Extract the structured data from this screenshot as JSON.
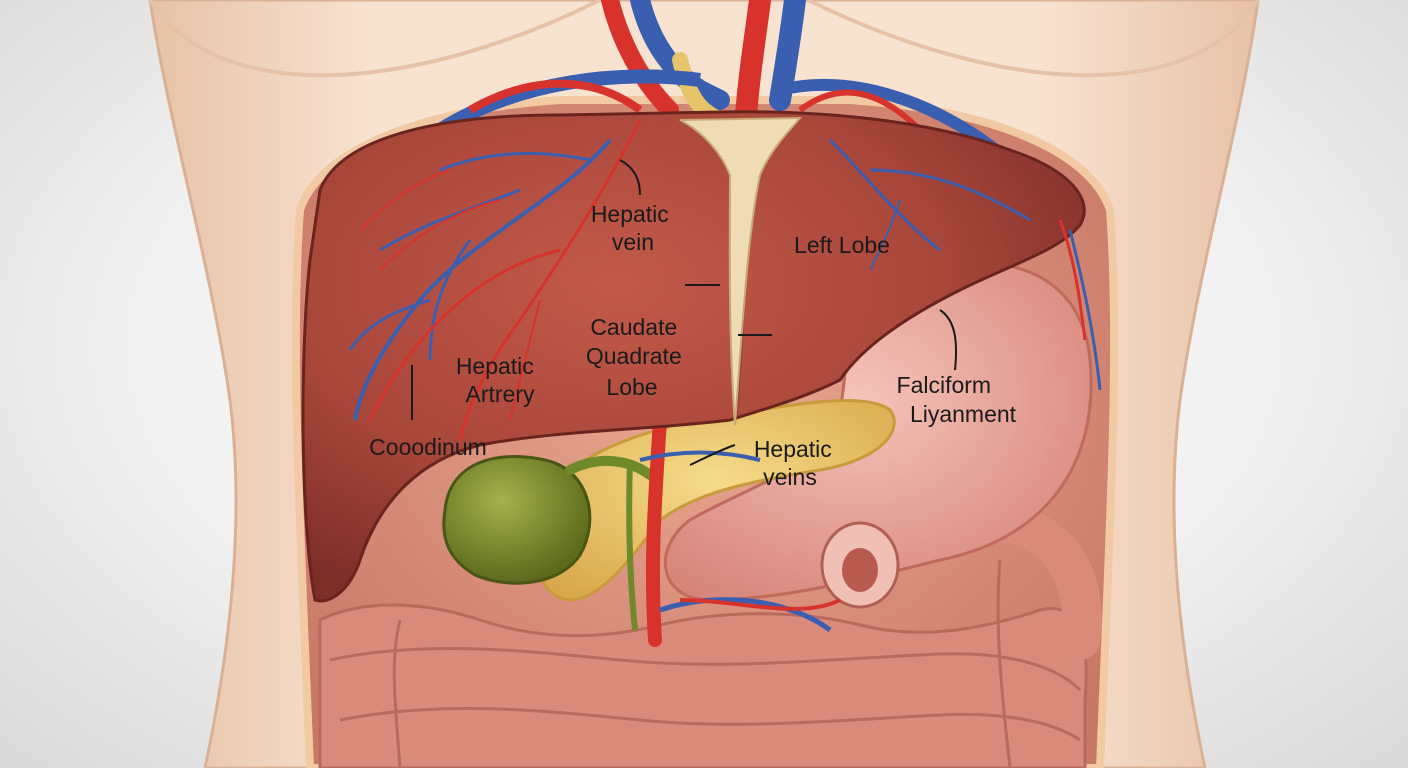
{
  "colors": {
    "background": "#efefef",
    "skin": "#f6dcc6",
    "liver": "#a8463a",
    "artery": "#d8322c",
    "vein": "#3b5fb0",
    "gallbladder": "#7a8a2c",
    "pancreas": "#e7c46a",
    "stomach": "#e9a29a",
    "intestine": "#dc8f80",
    "ligament": "#efdcb6",
    "label_text": "#1a1a1a"
  },
  "labels": {
    "hepatic_vein": [
      "Hepatic",
      "vein"
    ],
    "left_lobe": [
      "Left Lobe"
    ],
    "caudate_quadrate_lobe": [
      "Caudate",
      "Quadrate",
      "Lobe"
    ],
    "hepatic_artery": [
      "Hepatic",
      "Artrery"
    ],
    "falciform_ligament": [
      "Falciform",
      "Liyanment"
    ],
    "hepatic_veins": [
      "Hepatic",
      "veins"
    ],
    "duodenum": [
      "Cooodinum"
    ]
  }
}
